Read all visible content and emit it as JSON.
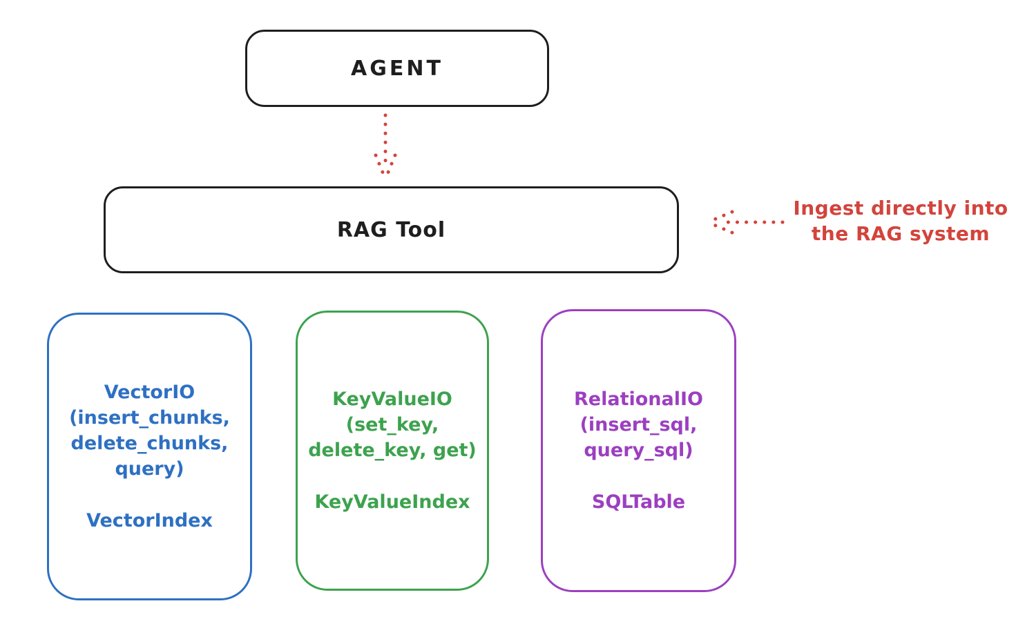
{
  "diagram": {
    "background_color": "#ffffff",
    "stroke_color": "#1e1e1e",
    "accent_red": "#d2443c",
    "agent": {
      "label": "AGENT"
    },
    "rag_tool": {
      "label": "RAG Tool"
    },
    "annotation": {
      "text": "Ingest directly into\nthe RAG system",
      "color": "#d2443c"
    },
    "arrows": [
      {
        "name": "agent-to-rag-tool",
        "style": "dotted",
        "color": "#d2443c",
        "direction": "down"
      },
      {
        "name": "ingest-into-rag-tool",
        "style": "dotted",
        "color": "#d2443c",
        "direction": "left"
      }
    ],
    "storage_boxes": [
      {
        "title": "VectorIO\n(insert_chunks,\ndelete_chunks,\nquery)",
        "index_label": "VectorIndex",
        "color": "#2e70c2"
      },
      {
        "title": "KeyValueIO\n(set_key,\ndelete_key, get)",
        "index_label": "KeyValueIndex",
        "color": "#3da24e"
      },
      {
        "title": "RelationalIO\n(insert_sql,\nquery_sql)",
        "index_label": "SQLTable",
        "color": "#9c3fc0"
      }
    ]
  }
}
